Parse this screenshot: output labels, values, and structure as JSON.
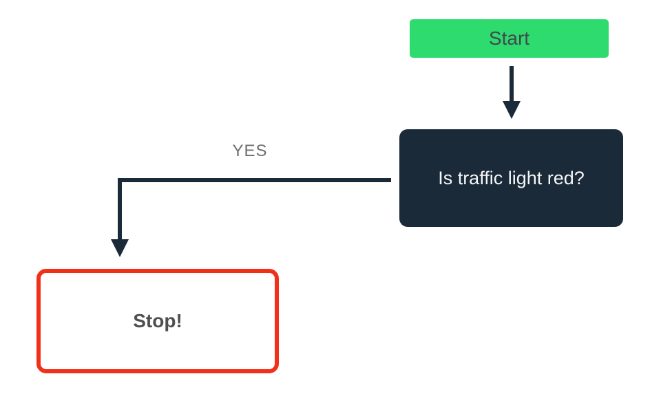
{
  "canvas": {
    "background": "#ffffff",
    "arrow_color": "#1b2a38"
  },
  "nodes": {
    "start": {
      "label": "Start",
      "type": "start",
      "fill": "#2edb6e",
      "text_color": "#40494d"
    },
    "decision": {
      "label": "Is traffic light red?",
      "type": "decision",
      "fill": "#1b2a38",
      "text_color": "#f5f6f7"
    },
    "stop": {
      "label": "Stop!",
      "type": "end",
      "fill": "#ffffff",
      "border_color": "#f2301a",
      "text_color": "#4f4f4f"
    }
  },
  "edges": {
    "start_to_decision": {
      "label": ""
    },
    "decision_to_stop_yes": {
      "label": "YES",
      "label_color": "#6e6e6e"
    }
  }
}
